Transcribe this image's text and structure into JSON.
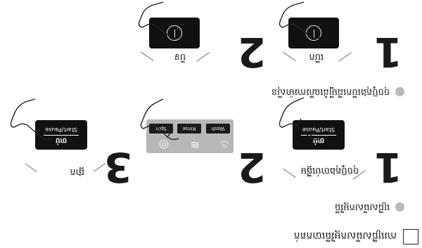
{
  "page": {
    "heading": "ការជ្រើសរើសកម្មវិធីបោកគក់",
    "orientation_deg": 180,
    "checkbox_icon": "checkbox-icon"
  },
  "sections": {
    "turn_on": {
      "bullet_text": "ចុចប៊ូតុងបើកដើម្បីដំណើរការម៉ាស៊ីន",
      "steps": [
        {
          "number": "1",
          "caption": "បើក"
        },
        {
          "number": "2",
          "caption": "បិទ"
        }
      ]
    },
    "program": {
      "bullet_text": "ជ្រើសរើសកម្មវិធី",
      "steps": [
        {
          "number": "1",
          "caption": "ចុចប៊ូតុងចាប់ផ្តើម"
        },
        {
          "number": "2",
          "caption": ""
        },
        {
          "number": "3",
          "caption": "ផ្អាក"
        }
      ]
    }
  },
  "start_panel": {
    "khmer_label": "ចាប់",
    "latin_label": "Start/Pause"
  },
  "program_panel": {
    "buttons": [
      {
        "label": "Wash",
        "icon": "wash-tub-icon"
      },
      {
        "label": "Rinse",
        "icon": "rinse-icon"
      },
      {
        "label": "Spin",
        "icon": "spin-icon"
      }
    ]
  }
}
